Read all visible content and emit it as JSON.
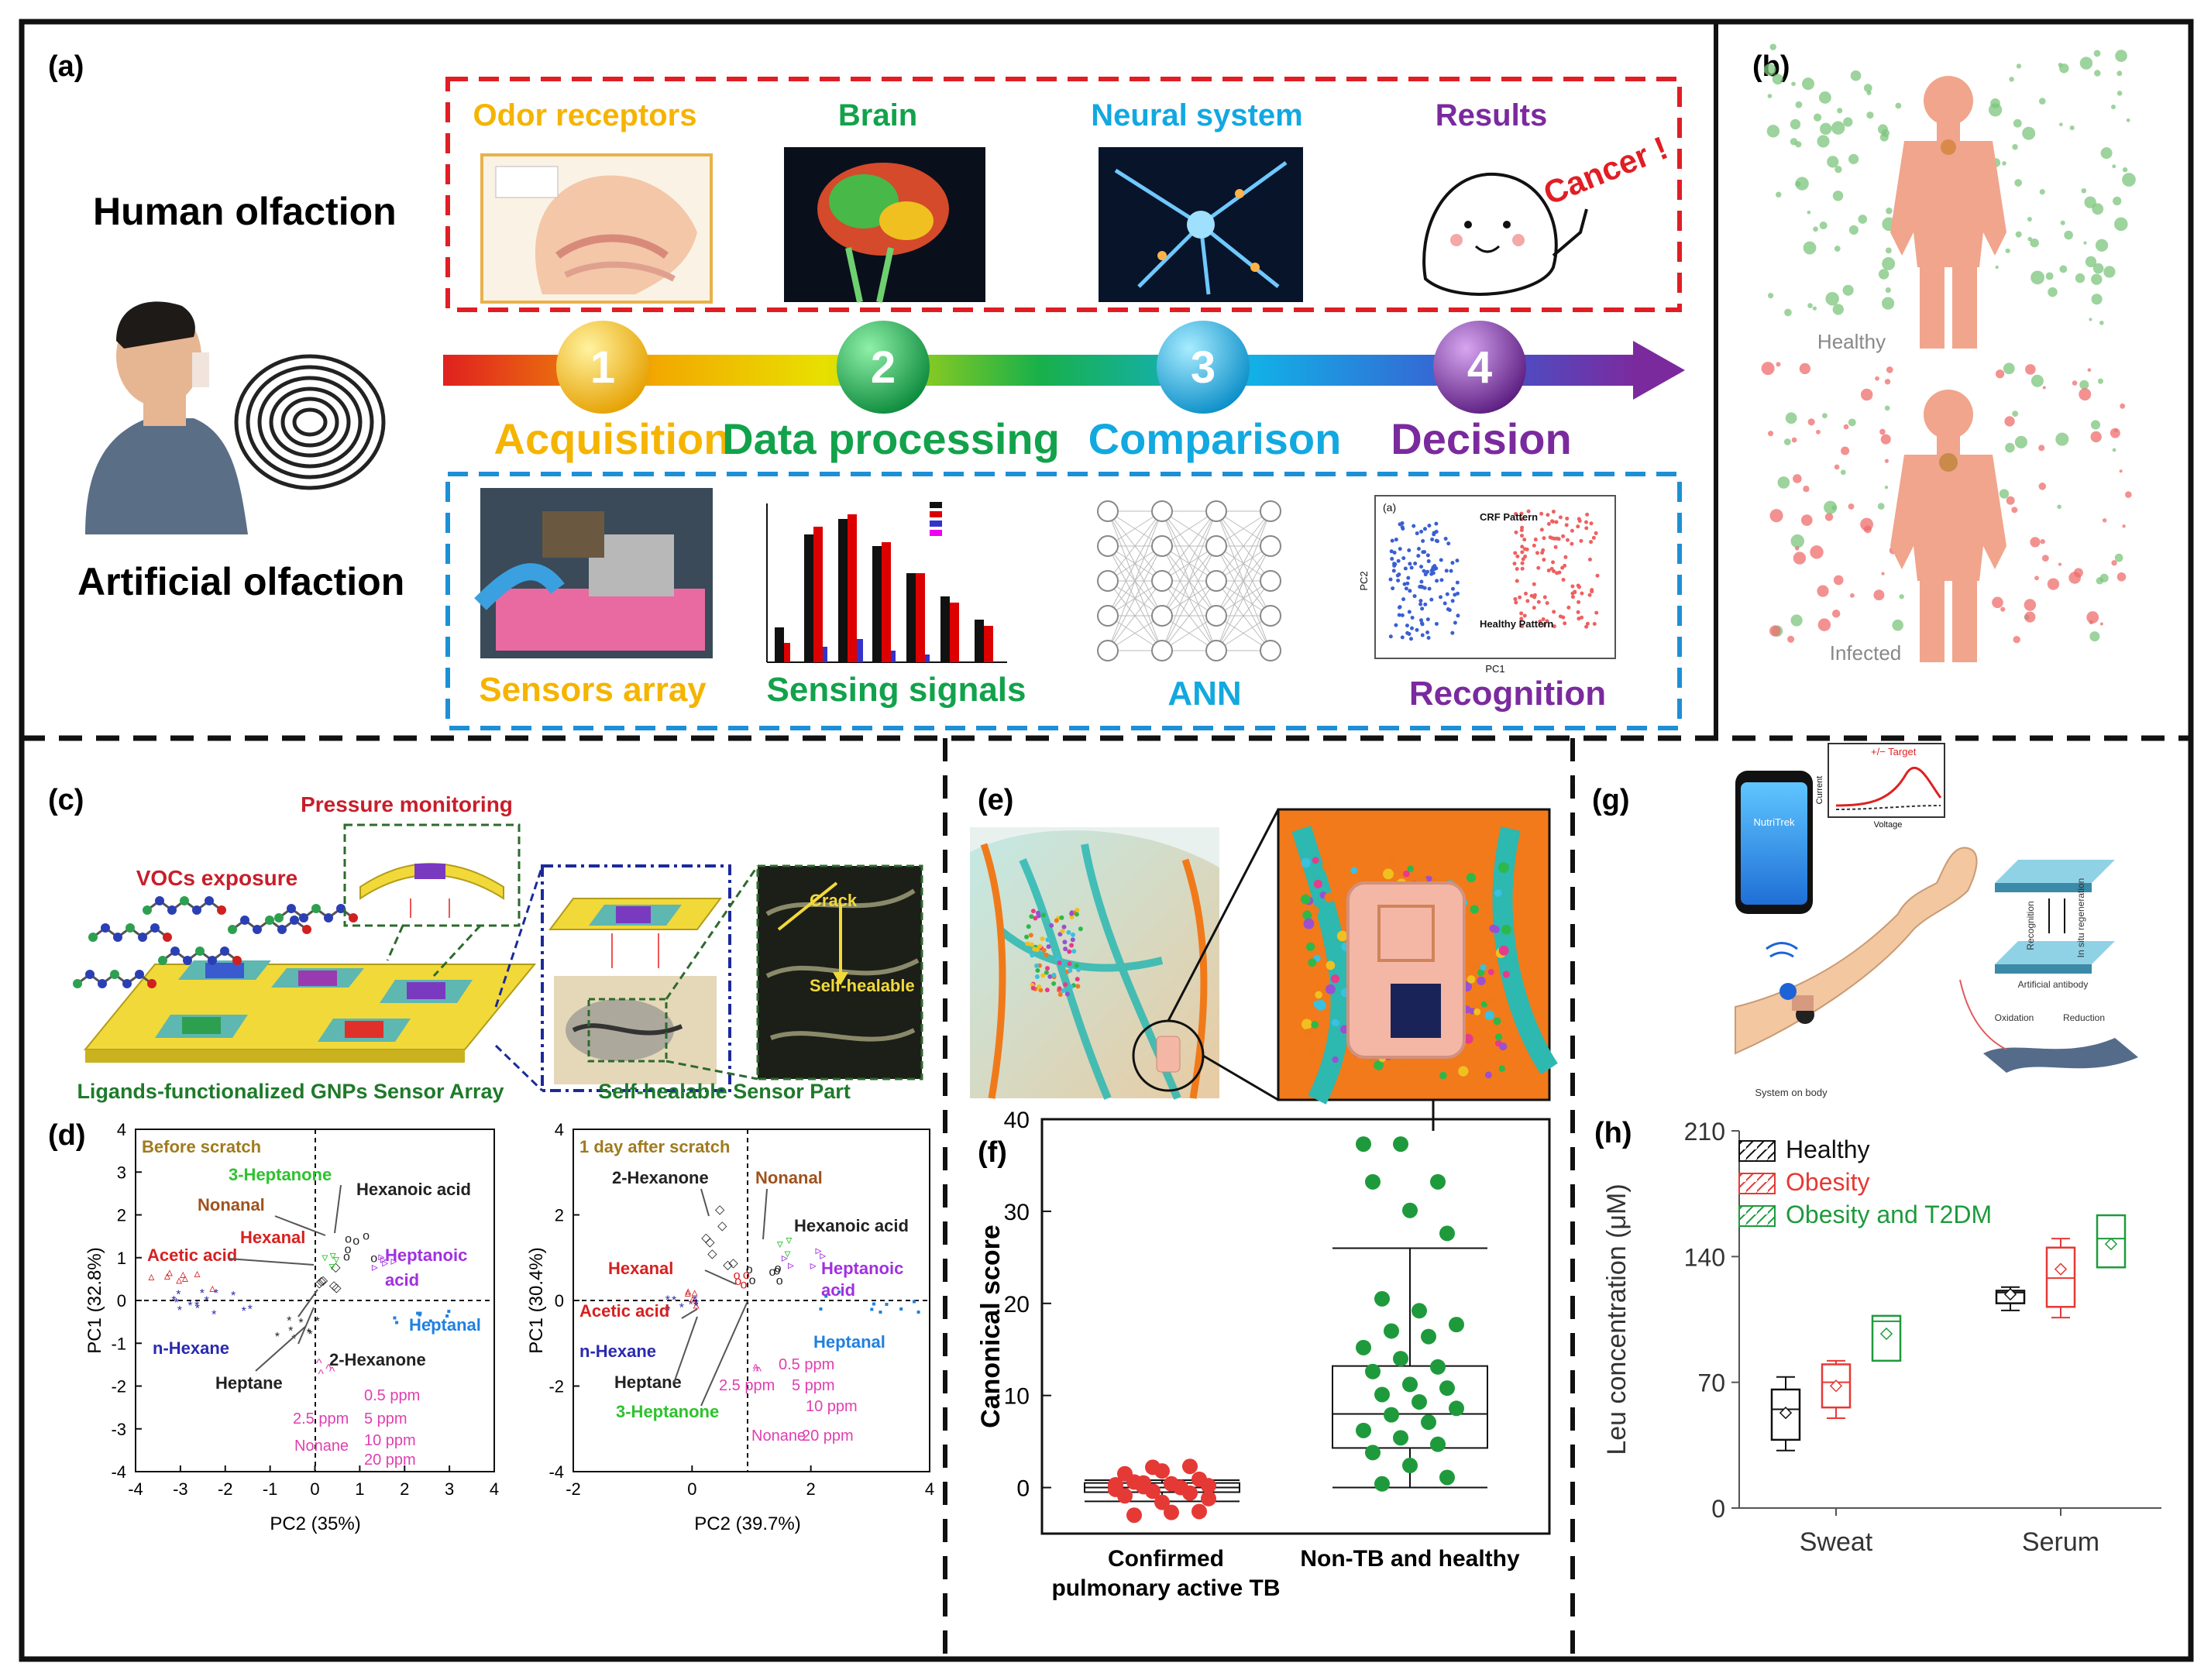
{
  "colors": {
    "red_dash": "#e01e24",
    "blue_dash": "#1d8fd6",
    "step1": "#f5b400",
    "step2": "#12a24b",
    "step3": "#12a8e0",
    "step4": "#7b2a9e",
    "olive": "#a07a1e",
    "pink": "#e03fb0",
    "skin": "#f0a58c",
    "green_dot": "#7cc47c",
    "red_dot": "#ef6c6c"
  },
  "panel_a": {
    "label": "(a)",
    "human_title": "Human olfaction",
    "artificial_title": "Artificial olfaction",
    "top_items": [
      "Odor receptors",
      "Brain",
      "Neural system",
      "Results"
    ],
    "cancer_text": "Cancer !",
    "steps": [
      {
        "num": "1",
        "name": "Acquisition"
      },
      {
        "num": "2",
        "name": "Data processing"
      },
      {
        "num": "3",
        "name": "Comparison"
      },
      {
        "num": "4",
        "name": "Decision"
      }
    ],
    "bottom_items": [
      "Sensors array",
      "Sensing signals",
      "ANN",
      "Recognition"
    ],
    "pca_inset": {
      "tag": "(a)",
      "crf": "CRF Pattern",
      "healthy": "Healthy Pattern",
      "pc1": "PC1",
      "pc2": "PC2"
    }
  },
  "panel_b": {
    "label": "(b)",
    "healthy": "Healthy",
    "infected": "Infected"
  },
  "panel_c": {
    "label": "(c)",
    "pressure": "Pressure monitoring",
    "vocs": "VOCs exposure",
    "crack": "Crack",
    "self_healable": "Self-healable",
    "caption_left": "Ligands-functionalized GNPs Sensor Array",
    "caption_right": "Self-healable Sensor Part"
  },
  "panel_d": {
    "label": "(d)",
    "left": {
      "title": "Before scratch",
      "xlabel": "PC2 (35%)",
      "ylabel": "PC1 (32.8%)",
      "xticks": [
        "-4",
        "-3",
        "-2",
        "-1",
        "0",
        "1",
        "2",
        "3",
        "4"
      ],
      "yticks": [
        "4",
        "3",
        "2",
        "1",
        "0",
        "-1",
        "-2",
        "-3",
        "-4"
      ],
      "labels": {
        "heptanone3": "3-Heptanone",
        "nonanal": "Nonanal",
        "hexanoic": "Hexanoic acid",
        "hexanal": "Hexanal",
        "acetic": "Acetic acid",
        "heptanoic1": "Heptanoic",
        "heptanoic2": "acid",
        "heptanal": "Heptanal",
        "nhexane": "n-Hexane",
        "hexanone2": "2-Hexanone",
        "heptane": "Heptane",
        "c05": "0.5 ppm",
        "c25": "2.5 ppm",
        "c5": "5 ppm",
        "c10": "10 ppm",
        "c20": "20 ppm",
        "nonane": "Nonane"
      }
    },
    "right": {
      "title": "1 day after scratch",
      "xlabel": "PC2 (39.7%)",
      "ylabel": "PC1 (30.4%)",
      "xticks": [
        "-2",
        "0",
        "2",
        "4"
      ],
      "yticks": [
        "4",
        "2",
        "0",
        "-2",
        "-4"
      ],
      "labels": {
        "hexanone2": "2-Hexanone",
        "nonanal": "Nonanal",
        "hexanoic": "Hexanoic acid",
        "hexanal": "Hexanal",
        "heptanoic1": "Heptanoic",
        "heptanoic2": "acid",
        "acetic": "Acetic acid",
        "nhexane": "n-Hexane",
        "heptanal": "Heptanal",
        "heptane": "Heptane",
        "heptanone3": "3-Heptanone",
        "c05": "0.5 ppm",
        "c25": "2.5 ppm",
        "c5": "5 ppm",
        "c10": "10 ppm",
        "c20": "20 ppm",
        "nonane": "Nonane"
      }
    }
  },
  "panel_e": {
    "label": "(e)"
  },
  "panel_g": {
    "label": "(g)",
    "app": "NutriTrek",
    "target": "+/− Target",
    "current": "Current",
    "voltage": "Voltage",
    "recognition": "Recognition",
    "regeneration": "In situ regeneration",
    "antibody": "Artificial antibody",
    "oxidation": "Oxidation",
    "reduction": "Reduction",
    "system": "System on body"
  },
  "chart_data": [
    {
      "panel": "(f)",
      "type": "box",
      "ylabel": "Canonical score",
      "ylim": [
        -5,
        40
      ],
      "yticks": [
        0,
        10,
        20,
        30,
        40
      ],
      "categories": [
        "Confirmed pulmonary active TB",
        "Non-TB and healthy"
      ],
      "cat_lines": [
        [
          "Confirmed",
          "pulmonary active TB"
        ],
        [
          "Non-TB and healthy"
        ]
      ],
      "boxes": [
        {
          "min": -1.5,
          "q1": -0.5,
          "median": 0,
          "q3": 0.5,
          "max": 0.8
        },
        {
          "min": 0,
          "q1": 4.3,
          "median": 8,
          "q3": 13.2,
          "max": 26
        }
      ],
      "points": [
        [
          0.3,
          2.2,
          2.3,
          1.5,
          1.8,
          0.9,
          0.6,
          0.4,
          0.2,
          0.1,
          0,
          -0.2,
          -0.4,
          -0.6,
          -0.9,
          -1.6,
          -2.6,
          -3.0,
          -2.7,
          -1.2,
          0.5
        ],
        [
          37.3,
          37.3,
          33.2,
          33.2,
          30.1,
          27.6,
          20.5,
          19.2,
          17.7,
          17.0,
          16.4,
          15.2,
          14.0,
          13.1,
          12.6,
          11.2,
          10.8,
          10.1,
          9.3,
          8.6,
          7.9,
          7.1,
          6.2,
          5.4,
          4.7,
          3.8,
          2.4,
          1.1,
          0.4
        ]
      ],
      "colors": [
        "#e53935",
        "#1e9a3c"
      ]
    },
    {
      "panel": "(h)",
      "type": "box",
      "ylabel": "Leu concentration (μM)",
      "ylim": [
        0,
        210
      ],
      "yticks": [
        0,
        70,
        140,
        210
      ],
      "categories": [
        "Sweat",
        "Serum"
      ],
      "series": [
        {
          "name": "Healthy",
          "color": "#111111",
          "boxes": [
            {
              "min": 32,
              "q1": 38,
              "median": 55,
              "q3": 66,
              "max": 73,
              "mean": 53
            },
            {
              "min": 110,
              "q1": 114,
              "median": 120,
              "q3": 121,
              "max": 123,
              "mean": 119
            }
          ]
        },
        {
          "name": "Obesity",
          "color": "#e53935",
          "boxes": [
            {
              "min": 50,
              "q1": 56,
              "median": 70,
              "q3": 80,
              "max": 82,
              "mean": 68
            },
            {
              "min": 106,
              "q1": 112,
              "median": 128,
              "q3": 145,
              "max": 150,
              "mean": 133
            }
          ]
        },
        {
          "name": "Obesity and T2DM",
          "color": "#1e9a3c",
          "boxes": [
            {
              "min": 82,
              "q1": 82,
              "median": 104,
              "q3": 107,
              "max": 107,
              "mean": 97
            },
            {
              "min": 134,
              "q1": 134,
              "median": 150,
              "q3": 163,
              "max": 163,
              "mean": 147
            }
          ]
        }
      ]
    }
  ]
}
